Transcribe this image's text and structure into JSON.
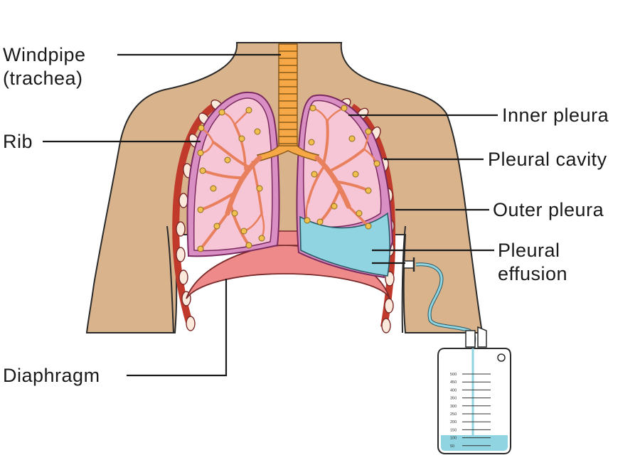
{
  "labels": {
    "windpipe": [
      "Windpipe",
      "(trachea)"
    ],
    "rib": "Rib",
    "inner_pleura": "Inner pleura",
    "pleural_cavity": "Pleural cavity",
    "outer_pleura": "Outer pleura",
    "pleural_effusion": [
      "Pleural",
      "effusion"
    ],
    "diaphragm": "Diaphragm"
  },
  "bag_scale": [
    "500",
    "450",
    "400",
    "350",
    "300",
    "250",
    "200",
    "150",
    "100",
    "50"
  ],
  "colors": {
    "skin": "#d9b38c",
    "lung": "#f7c6d6",
    "pleura_outline": "#7a2a5e",
    "bronchi": "#e8805e",
    "alveoli": "#f2c04e",
    "trachea": "#f5a845",
    "fluid": "#8fd4e0",
    "rib_band": "#c0392b",
    "diaphragm": "#ef8a8a"
  }
}
